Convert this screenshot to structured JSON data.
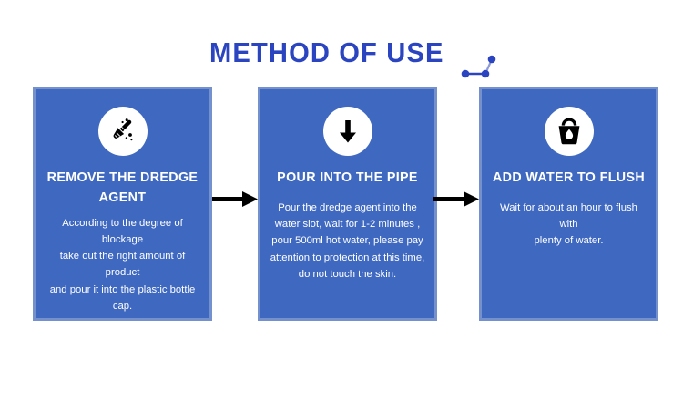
{
  "header": {
    "title": "METHOD OF USE",
    "title_color": "#2b45c0",
    "decoration_icon": "connected-nodes-icon"
  },
  "theme": {
    "card_fill": "#3f68c0",
    "card_border": "#7490cd",
    "text_color": "#ffffff",
    "icon_circle_color": "#ffffff",
    "icon_color": "#000000",
    "arrow_color": "#000000",
    "background": "#ffffff"
  },
  "flow": {
    "arrows": [
      {
        "name": "arrow-step1-to-step2",
        "icon": "arrow-right-icon"
      },
      {
        "name": "arrow-step2-to-step3",
        "icon": "arrow-right-icon"
      }
    ],
    "steps": [
      {
        "icon": "broom-sweep-icon",
        "heading": "REMOVE THE DREDGE AGENT",
        "body": "According to the degree of blockage\ntake out the right amount of product\nand pour it into the plastic bottle cap."
      },
      {
        "icon": "arrow-down-icon",
        "heading": "POUR INTO THE PIPE",
        "body": "Pour the dredge agent into the water slot,   wait for 1-2 minutes ,   pour 500ml hot water,   please pay attention to protection at this time,   do not touch the skin."
      },
      {
        "icon": "bucket-water-icon",
        "heading": "ADD WATER TO FLUSH",
        "body": "Wait for about an hour to flush with\nplenty of water."
      }
    ]
  }
}
